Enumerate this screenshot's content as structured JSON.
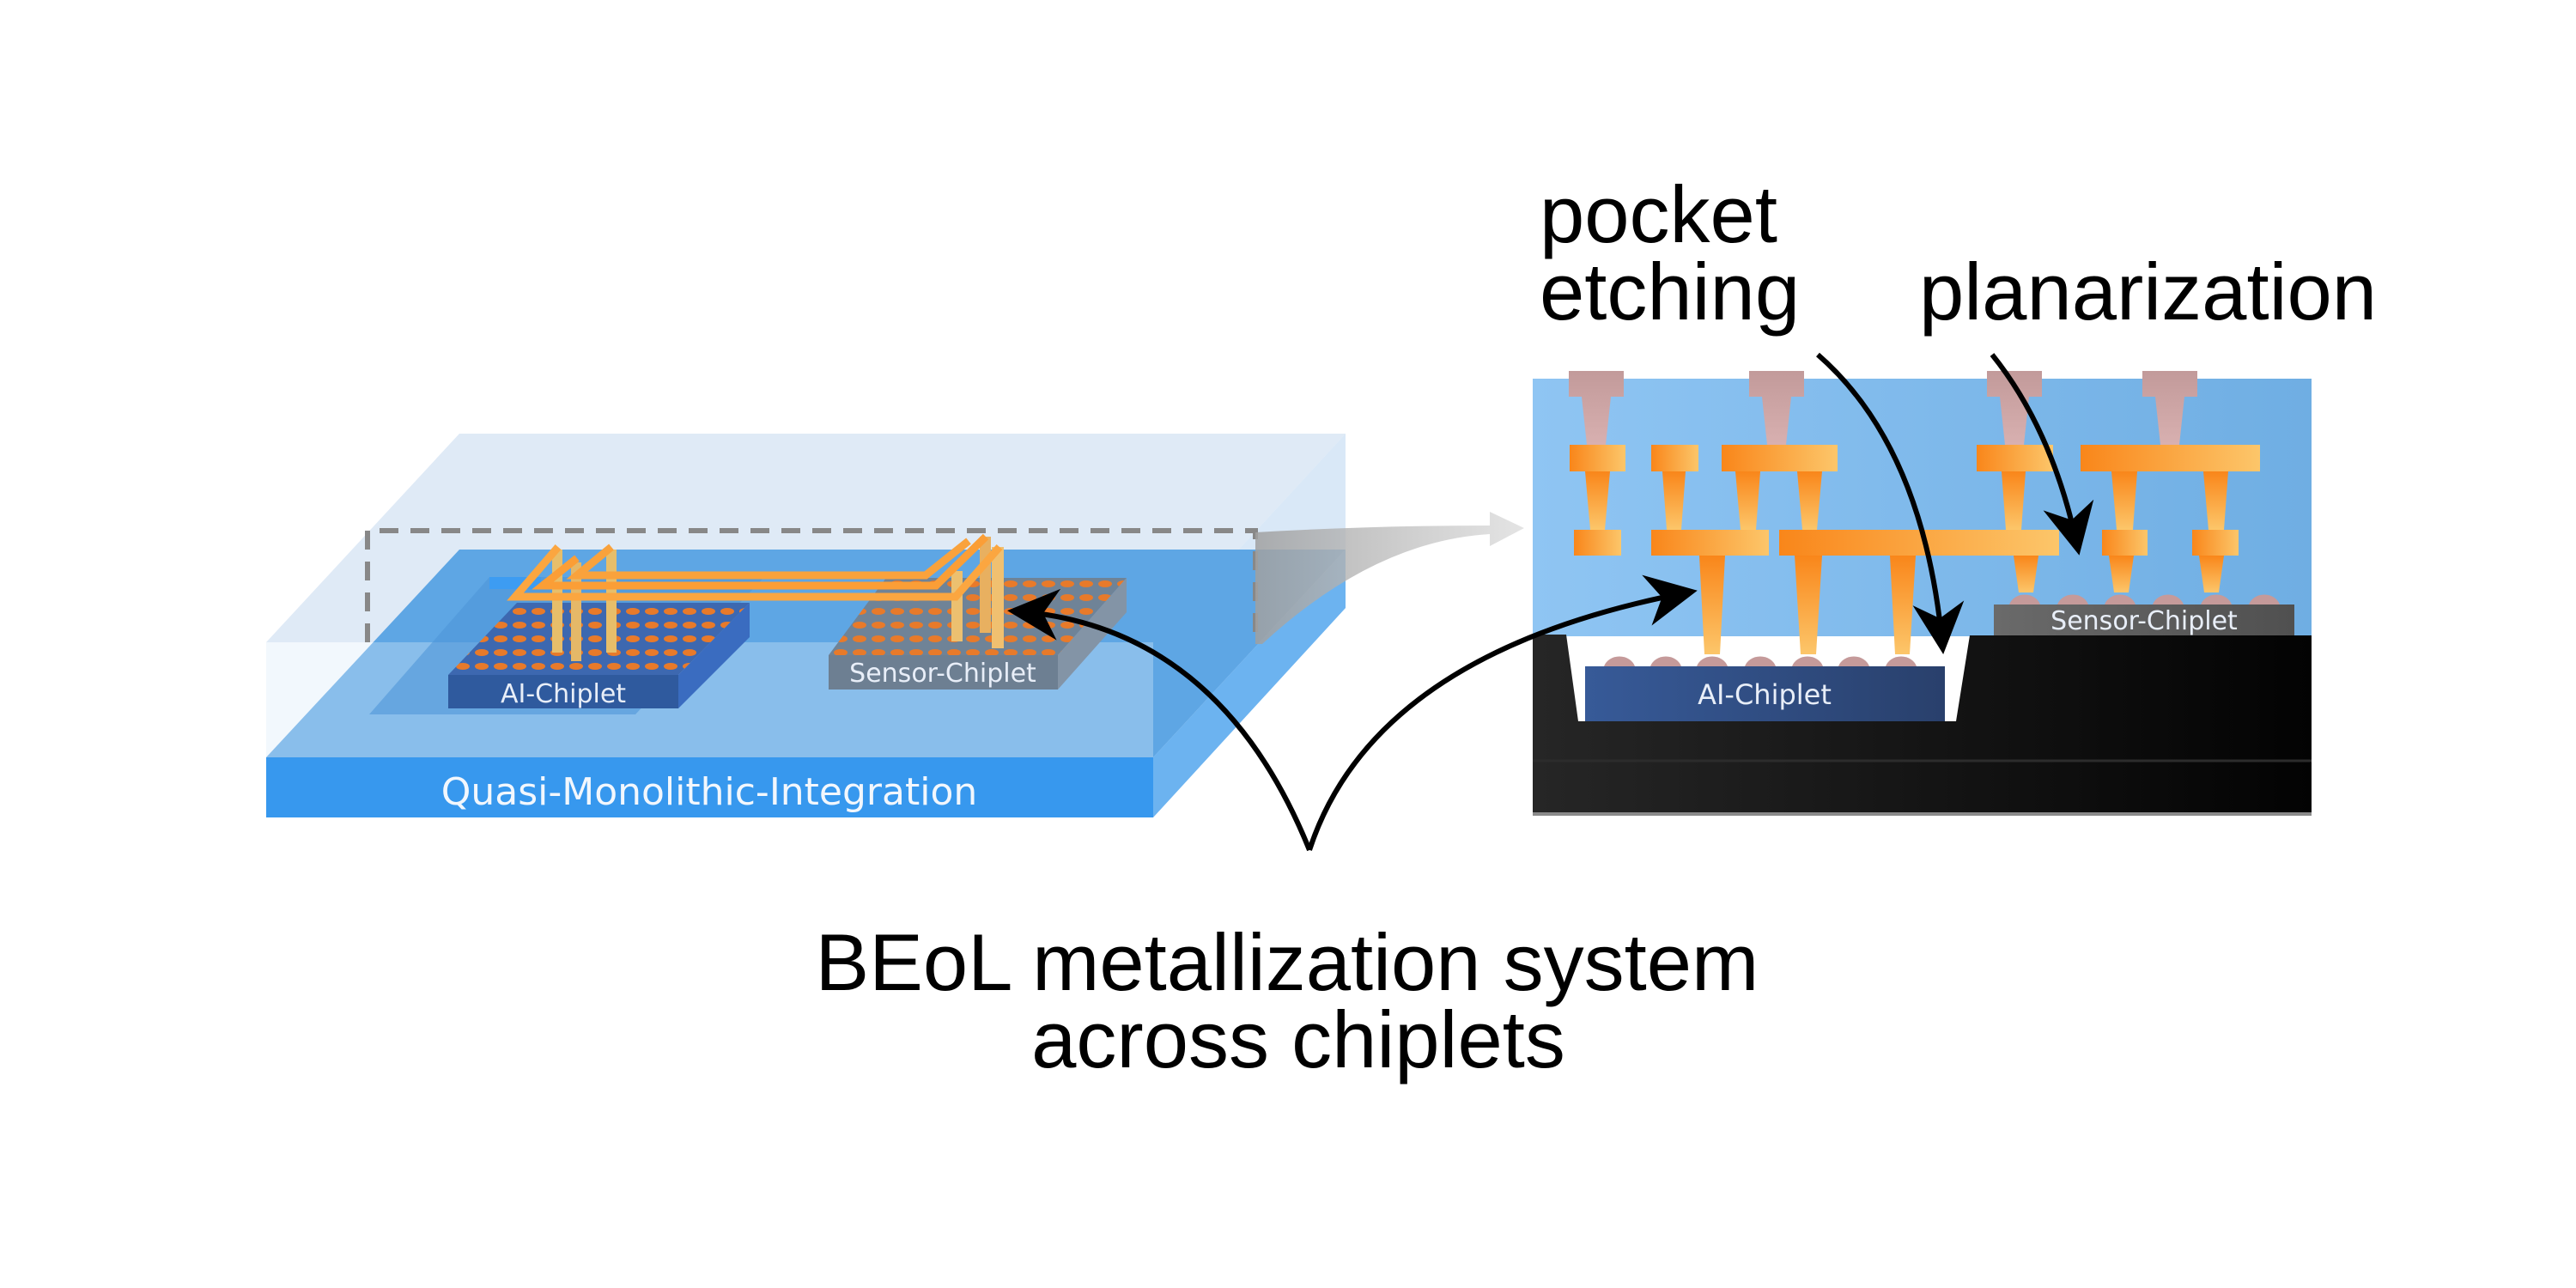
{
  "figure": {
    "left_view": {
      "substrate_label": "Quasi-Monolithic-Integration",
      "chiplets": [
        {
          "label": "AI-Chiplet",
          "color": "#2f5a9e"
        },
        {
          "label": "Sensor-Chiplet",
          "color": "#6d7f92"
        }
      ]
    },
    "cross_section": {
      "chiplets": [
        {
          "label": "AI-Chiplet",
          "color": "#2c4a80"
        },
        {
          "label": "Sensor-Chiplet",
          "color": "#5a5a5a"
        }
      ]
    },
    "annotations": {
      "pocket_etching": [
        "pocket",
        "etching"
      ],
      "planarization": "planarization",
      "beol": [
        "BEoL metallization system",
        "across chiplets"
      ]
    },
    "colors": {
      "substrate_blue": "#3a9af0",
      "dielectric_blue": "#86bff0",
      "metal_orange": "#f99a2c",
      "pad_pink": "#c9a0a0",
      "silicon_black": "#151515"
    }
  }
}
